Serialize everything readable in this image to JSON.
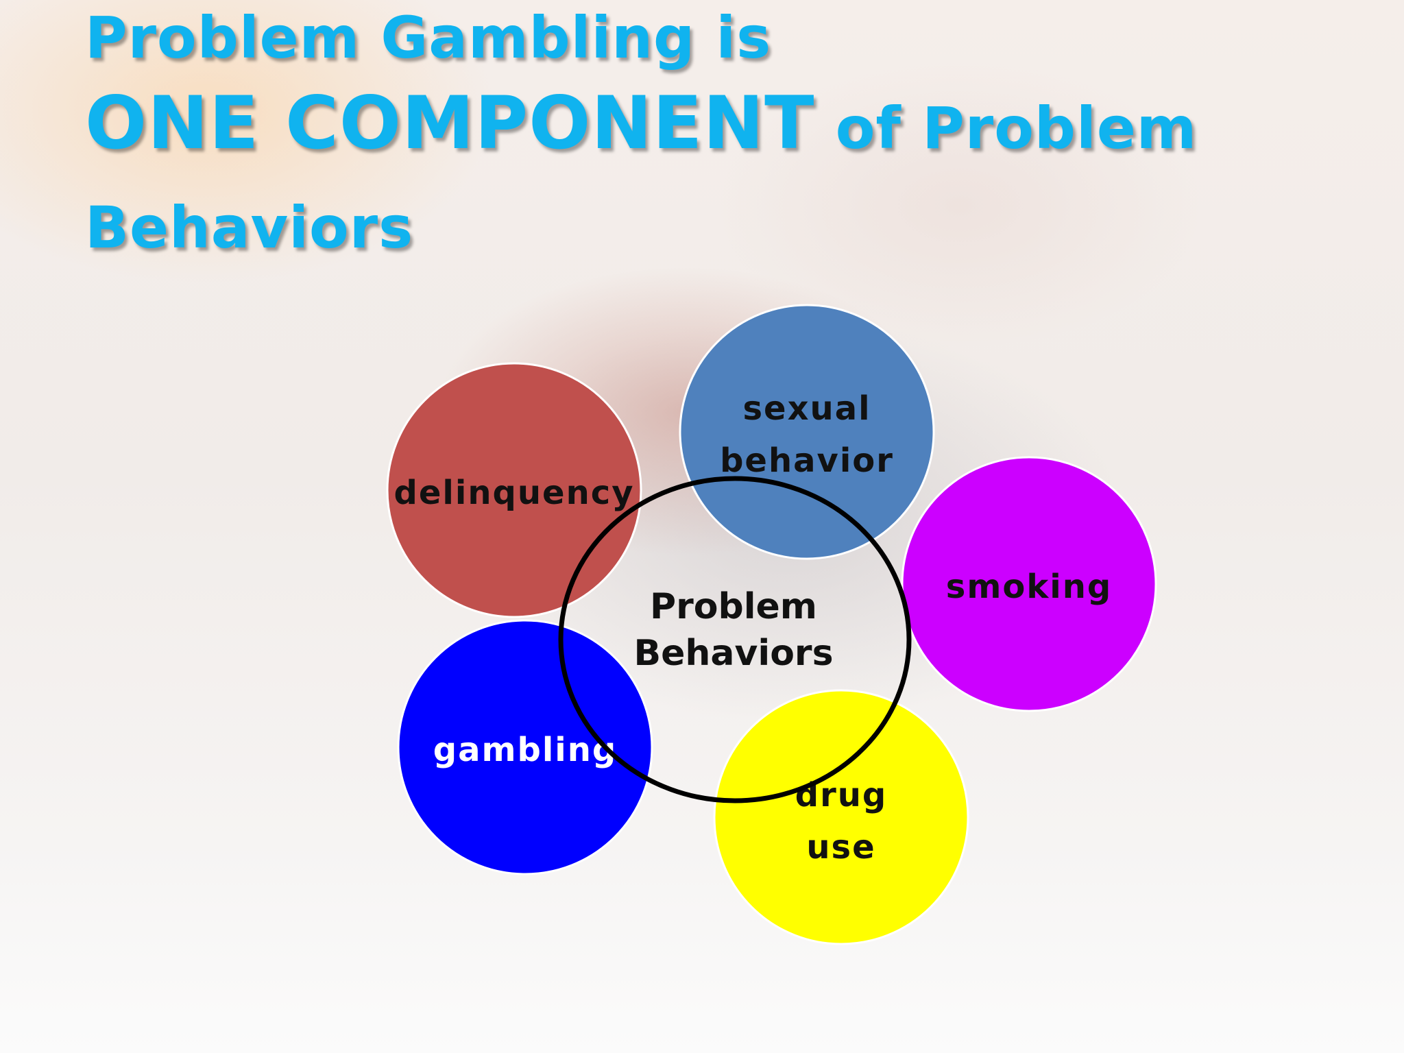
{
  "title": {
    "line1": "Problem Gambling is",
    "line2_emphasis": "ONE COMPONENT",
    "line2_rest": " of Problem",
    "line3": "Behaviors"
  },
  "diagram": {
    "center": {
      "line1": "Problem",
      "line2": "Behaviors"
    },
    "nodes": [
      {
        "id": "delinquency",
        "lines": [
          "delinquency"
        ],
        "fill": "#c0504d",
        "text_color": "#111111"
      },
      {
        "id": "sexual-behavior",
        "lines": [
          "sexual",
          "behavior"
        ],
        "fill": "#4f81bd",
        "text_color": "#111111"
      },
      {
        "id": "smoking",
        "lines": [
          "smoking"
        ],
        "fill": "#cc00ff",
        "text_color": "#111111"
      },
      {
        "id": "drug-use",
        "lines": [
          "drug",
          "use"
        ],
        "fill": "#ffff00",
        "text_color": "#111111"
      },
      {
        "id": "gambling",
        "lines": [
          "gambling"
        ],
        "fill": "#0000ff",
        "text_color": "#ffffff"
      }
    ]
  },
  "colors": {
    "title": "#10b3ef",
    "center_ring": "#000000"
  }
}
